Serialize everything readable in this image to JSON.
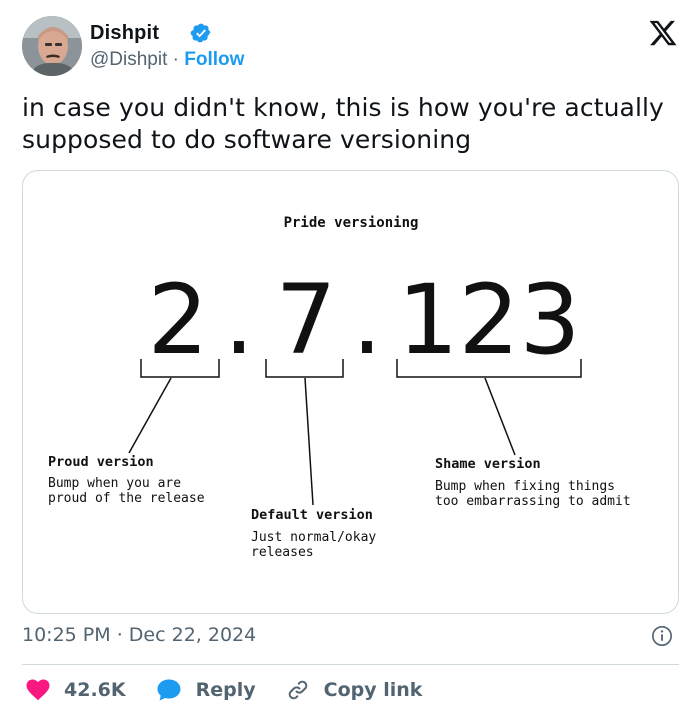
{
  "author": {
    "display_name": "Dishpit",
    "handle": "@Dishpit",
    "separator": "·",
    "follow_label": "Follow"
  },
  "tweet": {
    "text_line1": "in case you didn't know, this is how you're actually",
    "text_line2": "supposed to do software versioning"
  },
  "image": {
    "title": "Pride versioning",
    "major": "2",
    "minor": "7",
    "patch": "123",
    "dot": ".",
    "proud_title": "Proud version",
    "proud_desc_1": "Bump when you are",
    "proud_desc_2": "proud of the release",
    "default_title": "Default version",
    "default_desc_1": "Just normal/okay",
    "default_desc_2": "releases",
    "shame_title": "Shame version",
    "shame_desc_1": "Bump when fixing things",
    "shame_desc_2": "too embarrassing to admit"
  },
  "meta": {
    "time": "10:25 PM",
    "separator": "·",
    "date": "Dec 22, 2024"
  },
  "actions": {
    "likes": "42.6K",
    "reply_label": "Reply",
    "copy_link_label": "Copy link"
  },
  "colors": {
    "like": "#f91880",
    "reply": "#1d9bf0",
    "muted": "#536471",
    "verified": "#1d9bf0"
  },
  "icons": [
    "verified-badge-icon",
    "x-logo-icon",
    "info-icon",
    "heart-icon",
    "reply-bubble-icon",
    "link-icon"
  ]
}
